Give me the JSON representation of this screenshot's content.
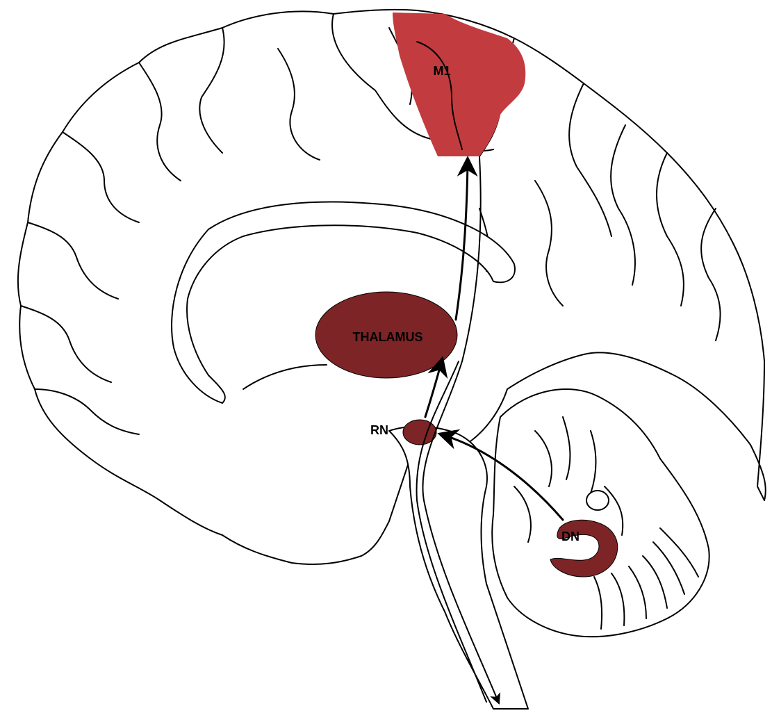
{
  "labels": {
    "m1": "M1",
    "thalamus": "THALAMUS",
    "rn": "RN",
    "dn": "DN"
  },
  "colors": {
    "m1_fill": "#c23b3e",
    "nucleus_fill": "#7d2426",
    "outline": "#000000",
    "background": "#ffffff"
  }
}
